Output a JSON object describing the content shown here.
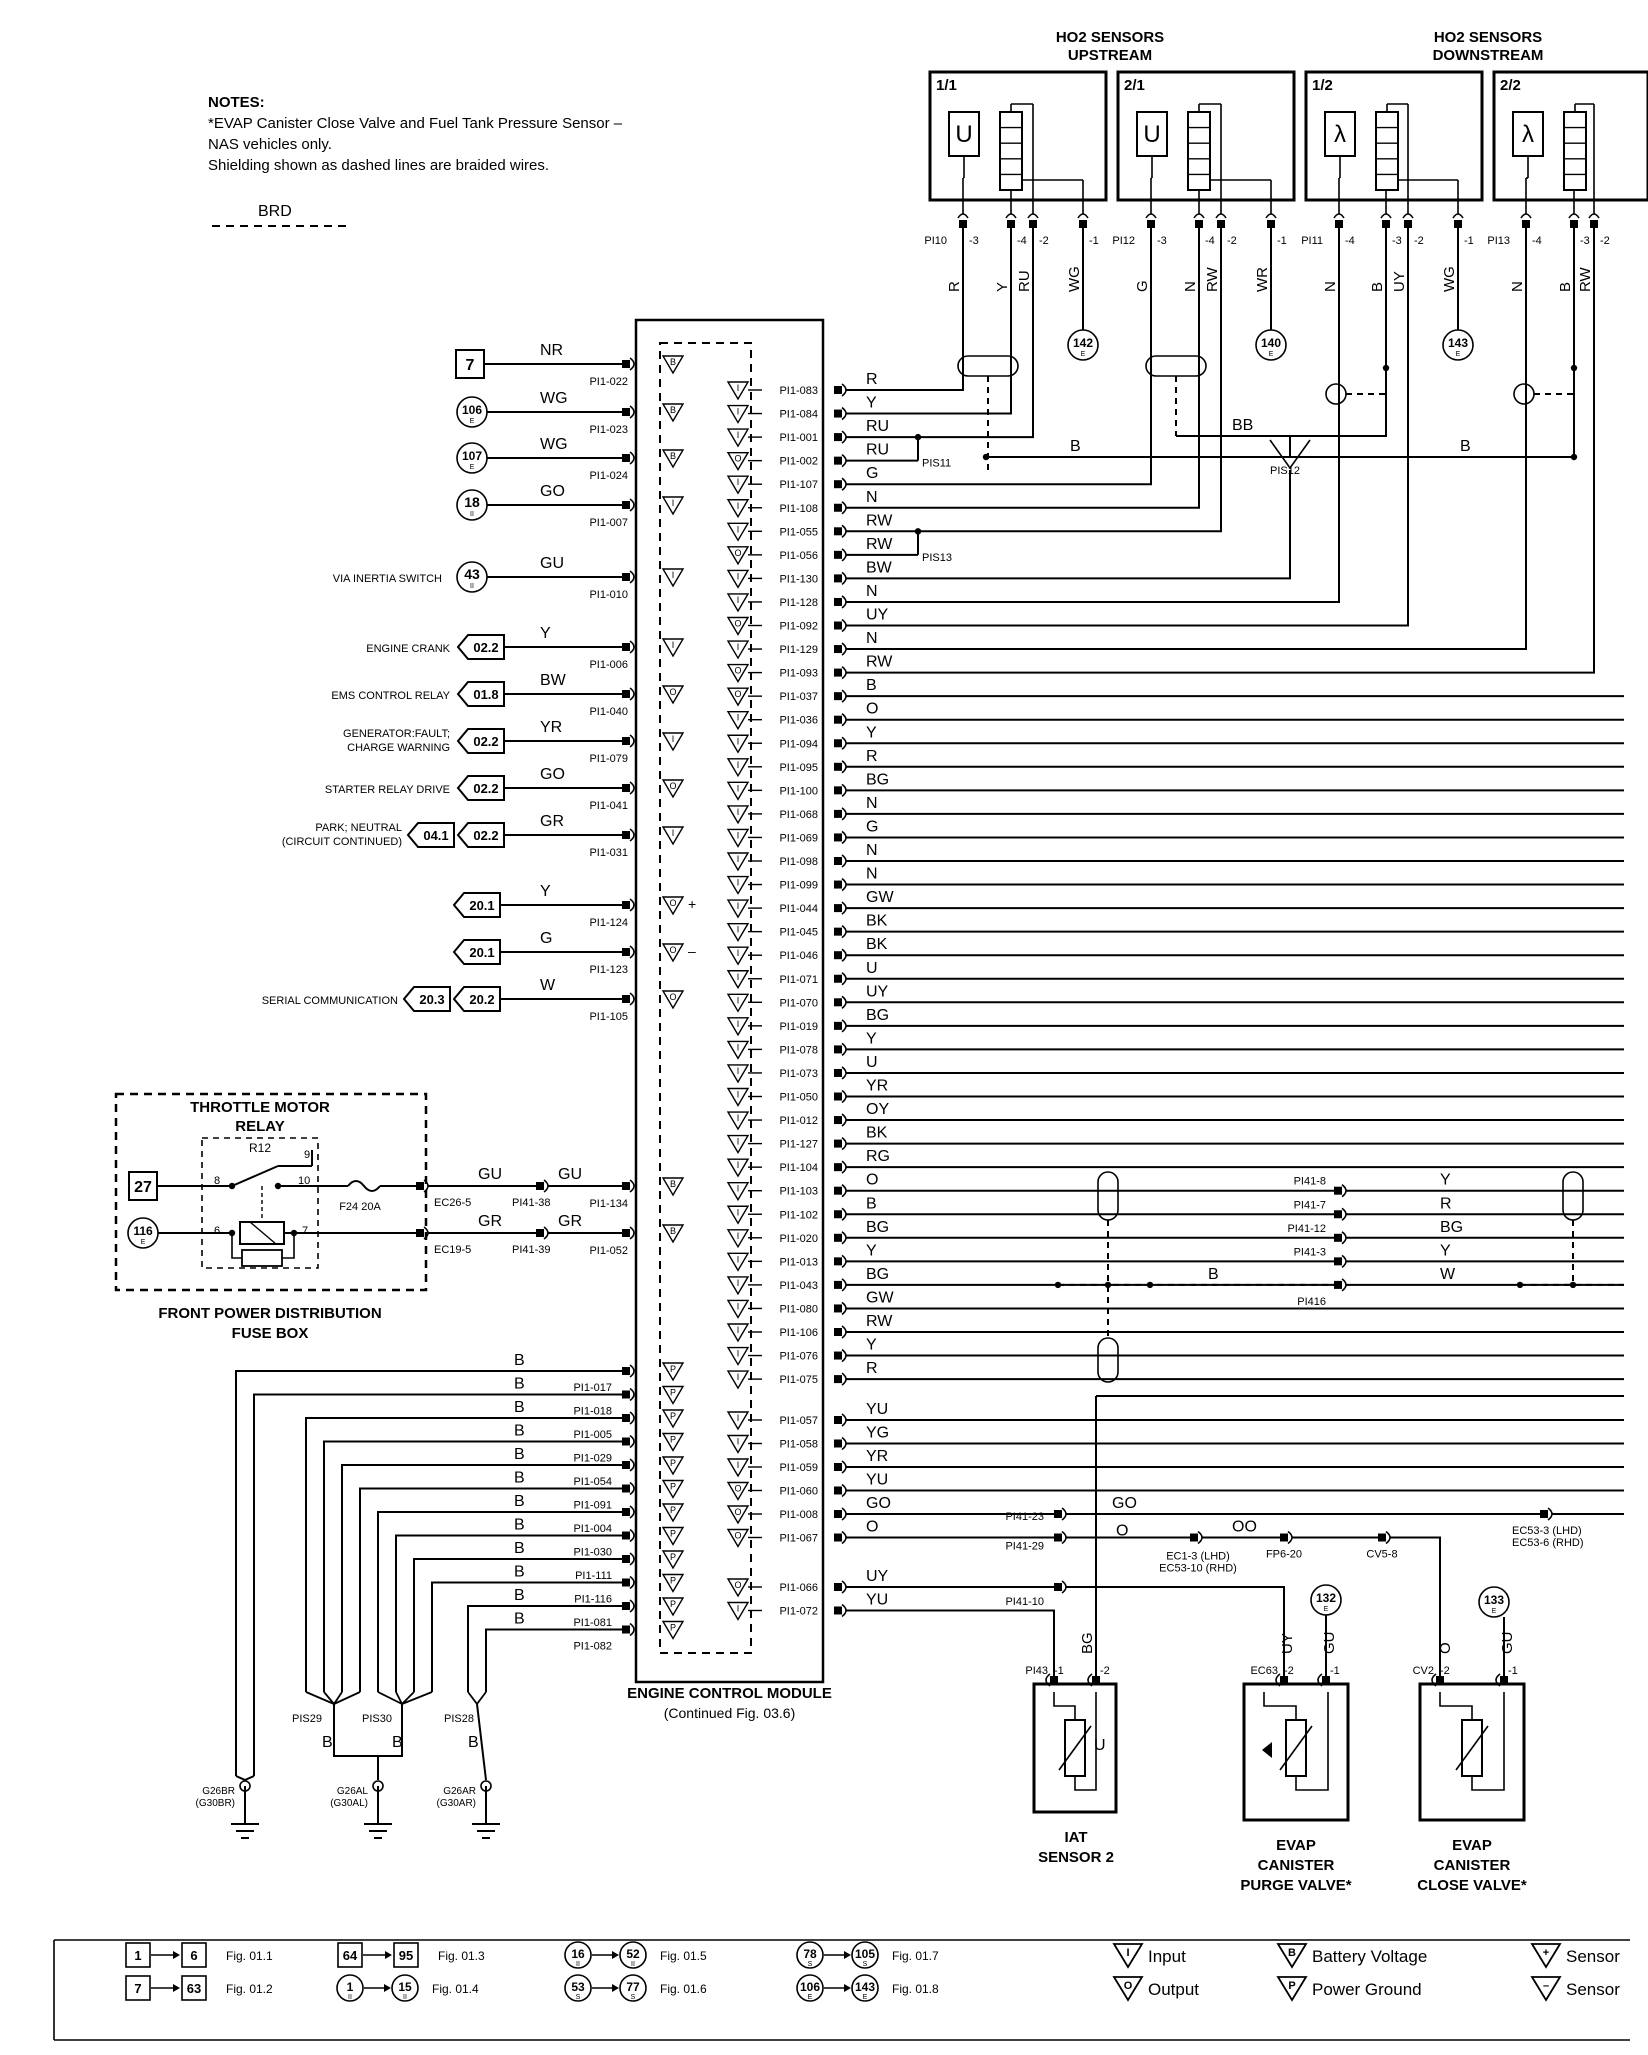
{
  "notes": {
    "title": "NOTES:",
    "lines": [
      "*EVAP Canister Close Valve and Fuel Tank Pressure Sensor –",
      "NAS vehicles only.",
      "Shielding shown as dashed lines are braided wires."
    ],
    "brd_label": "BRD"
  },
  "ho2": {
    "upstream_title": [
      "HO2 SENSORS",
      "UPSTREAM"
    ],
    "downstream_title": [
      "HO2 SENSORS",
      "DOWNSTREAM"
    ],
    "sensors": [
      {
        "id": "1/1",
        "sym": "U",
        "conn": "PI10",
        "pins": [
          "-3",
          "-4",
          "-2",
          "-1"
        ],
        "wires": [
          "R",
          "Y",
          "RU",
          "WG"
        ],
        "ref": "142"
      },
      {
        "id": "2/1",
        "sym": "U",
        "conn": "PI12",
        "pins": [
          "-3",
          "-4",
          "-2",
          "-1"
        ],
        "wires": [
          "G",
          "N",
          "RW",
          "WR"
        ],
        "ref": "140"
      },
      {
        "id": "1/2",
        "sym": "λ",
        "conn": "PI11",
        "pins": [
          "-4",
          "-3",
          "-2",
          "-1"
        ],
        "wires": [
          "N",
          "B",
          "UY",
          "WG"
        ],
        "ref": "143"
      },
      {
        "id": "2/2",
        "sym": "λ",
        "conn": "PI13",
        "pins": [
          "-4",
          "-3",
          "-2"
        ],
        "wires": [
          "N",
          "B",
          "RW"
        ],
        "ref": ""
      }
    ]
  },
  "left_inputs": [
    {
      "label": "",
      "ref": "7",
      "ref_kind": "box",
      "ref2": "",
      "wire": "NR",
      "pin": "PI1-022",
      "sym": "B"
    },
    {
      "label": "",
      "ref": "106",
      "ref_sub": "E",
      "ref_kind": "circle",
      "ref2": "",
      "wire": "WG",
      "pin": "PI1-023",
      "sym": "B"
    },
    {
      "label": "",
      "ref": "107",
      "ref_sub": "E",
      "ref_kind": "circle",
      "ref2": "",
      "wire": "WG",
      "pin": "PI1-024",
      "sym": "B"
    },
    {
      "label": "",
      "ref": "18",
      "ref_sub": "II",
      "ref_kind": "circle",
      "ref2": "",
      "wire": "GO",
      "pin": "PI1-007",
      "sym": "I"
    },
    {
      "label": "VIA INERTIA SWITCH",
      "ref": "43",
      "ref_sub": "II",
      "ref_kind": "circle",
      "ref2": "",
      "wire": "GU",
      "pin": "PI1-010",
      "sym": "I"
    },
    {
      "label": "ENGINE CRANK",
      "ref": "02.2",
      "ref_kind": "flag",
      "ref2": "",
      "wire": "Y",
      "pin": "PI1-006",
      "sym": "I"
    },
    {
      "label": "EMS CONTROL RELAY",
      "ref": "01.8",
      "ref_kind": "flag",
      "ref2": "",
      "wire": "BW",
      "pin": "PI1-040",
      "sym": "O"
    },
    {
      "label": "GENERATOR:FAULT;",
      "label2": "CHARGE WARNING",
      "ref": "02.2",
      "ref_kind": "flag",
      "ref2": "",
      "wire": "YR",
      "pin": "PI1-079",
      "sym": "I"
    },
    {
      "label": "STARTER RELAY DRIVE",
      "ref": "02.2",
      "ref_kind": "flag",
      "ref2": "",
      "wire": "GO",
      "pin": "PI1-041",
      "sym": "O"
    },
    {
      "label": "PARK; NEUTRAL",
      "label2": "(CIRCUIT CONTINUED)",
      "ref": "02.2",
      "ref_kind": "flag",
      "ref2": "04.1",
      "wire": "GR",
      "pin": "PI1-031",
      "sym": "I"
    },
    {
      "label": "",
      "ref": "20.1",
      "ref_kind": "flag",
      "ref2": "",
      "wire": "Y",
      "pin": "PI1-124",
      "sym": "O",
      "pol": "+"
    },
    {
      "label": "",
      "ref": "20.1",
      "ref_kind": "flag",
      "ref2": "",
      "wire": "G",
      "pin": "PI1-123",
      "sym": "O",
      "pol": "–"
    },
    {
      "label": "SERIAL COMMUNICATION",
      "ref": "20.2",
      "ref_kind": "flag",
      "ref2": "20.3",
      "wire": "W",
      "pin": "PI1-105",
      "sym": "O"
    }
  ],
  "right_pins": [
    {
      "pin": "PI1-083",
      "wire": "R",
      "sym": "I"
    },
    {
      "pin": "PI1-084",
      "wire": "Y",
      "sym": "I"
    },
    {
      "pin": "PI1-001",
      "wire": "RU",
      "sym": "I"
    },
    {
      "pin": "PI1-002",
      "wire": "RU",
      "sym": "O"
    },
    {
      "pin": "PI1-107",
      "wire": "G",
      "sym": "I"
    },
    {
      "pin": "PI1-108",
      "wire": "N",
      "sym": "I"
    },
    {
      "pin": "PI1-055",
      "wire": "RW",
      "sym": "I"
    },
    {
      "pin": "PI1-056",
      "wire": "RW",
      "sym": "O"
    },
    {
      "pin": "PI1-130",
      "wire": "BW",
      "sym": "I"
    },
    {
      "pin": "PI1-128",
      "wire": "N",
      "sym": "I"
    },
    {
      "pin": "PI1-092",
      "wire": "UY",
      "sym": "O"
    },
    {
      "pin": "PI1-129",
      "wire": "N",
      "sym": "I"
    },
    {
      "pin": "PI1-093",
      "wire": "RW",
      "sym": "O"
    },
    {
      "pin": "PI1-037",
      "wire": "B",
      "sym": "O"
    },
    {
      "pin": "PI1-036",
      "wire": "O",
      "sym": "I"
    },
    {
      "pin": "PI1-094",
      "wire": "Y",
      "sym": "I"
    },
    {
      "pin": "PI1-095",
      "wire": "R",
      "sym": "I"
    },
    {
      "pin": "PI1-100",
      "wire": "BG",
      "sym": "I"
    },
    {
      "pin": "PI1-068",
      "wire": "N",
      "sym": "I"
    },
    {
      "pin": "PI1-069",
      "wire": "G",
      "sym": "I"
    },
    {
      "pin": "PI1-098",
      "wire": "N",
      "sym": "I"
    },
    {
      "pin": "PI1-099",
      "wire": "N",
      "sym": "I"
    },
    {
      "pin": "PI1-044",
      "wire": "GW",
      "sym": "I"
    },
    {
      "pin": "PI1-045",
      "wire": "BK",
      "sym": "I"
    },
    {
      "pin": "PI1-046",
      "wire": "BK",
      "sym": "I"
    },
    {
      "pin": "PI1-071",
      "wire": "U",
      "sym": "I"
    },
    {
      "pin": "PI1-070",
      "wire": "UY",
      "sym": "I"
    },
    {
      "pin": "PI1-019",
      "wire": "BG",
      "sym": "I"
    },
    {
      "pin": "PI1-078",
      "wire": "Y",
      "sym": "I"
    },
    {
      "pin": "PI1-073",
      "wire": "U",
      "sym": "I"
    },
    {
      "pin": "PI1-050",
      "wire": "YR",
      "sym": "I"
    },
    {
      "pin": "PI1-012",
      "wire": "OY",
      "sym": "I"
    },
    {
      "pin": "PI1-127",
      "wire": "BK",
      "sym": "I"
    },
    {
      "pin": "PI1-104",
      "wire": "RG",
      "sym": "I"
    },
    {
      "pin": "PI1-103",
      "wire": "O",
      "sym": "I"
    },
    {
      "pin": "PI1-102",
      "wire": "B",
      "sym": "I"
    },
    {
      "pin": "PI1-020",
      "wire": "BG",
      "sym": "I"
    },
    {
      "pin": "PI1-013",
      "wire": "Y",
      "sym": "I"
    },
    {
      "pin": "PI1-043",
      "wire": "BG",
      "sym": "I"
    },
    {
      "pin": "PI1-080",
      "wire": "GW",
      "sym": "I"
    },
    {
      "pin": "PI1-106",
      "wire": "RW",
      "sym": "I"
    },
    {
      "pin": "PI1-076",
      "wire": "Y",
      "sym": "I"
    },
    {
      "pin": "PI1-075",
      "wire": "R",
      "sym": "I"
    }
  ],
  "right_pins_lower": [
    {
      "pin": "PI1-057",
      "wire": "YU",
      "sym": "I"
    },
    {
      "pin": "PI1-058",
      "wire": "YG",
      "sym": "I"
    },
    {
      "pin": "PI1-059",
      "wire": "YR",
      "sym": "I"
    },
    {
      "pin": "PI1-060",
      "wire": "YU",
      "sym": "O"
    },
    {
      "pin": "PI1-008",
      "wire": "GO",
      "sym": "O"
    },
    {
      "pin": "PI1-067",
      "wire": "O",
      "sym": "O"
    },
    {
      "pin": "PI1-066",
      "wire": "UY",
      "sym": "O"
    },
    {
      "pin": "PI1-072",
      "wire": "YU",
      "sym": "I"
    }
  ],
  "ground_pins": [
    {
      "pin": "PI1-017",
      "wire": "B"
    },
    {
      "pin": "PI1-018",
      "wire": "B"
    },
    {
      "pin": "PI1-005",
      "wire": "B"
    },
    {
      "pin": "PI1-029",
      "wire": "B"
    },
    {
      "pin": "PI1-054",
      "wire": "B"
    },
    {
      "pin": "PI1-091",
      "wire": "B"
    },
    {
      "pin": "PI1-004",
      "wire": "B"
    },
    {
      "pin": "PI1-030",
      "wire": "B"
    },
    {
      "pin": "PI1-111",
      "wire": "B"
    },
    {
      "pin": "PI1-116",
      "wire": "B"
    },
    {
      "pin": "PI1-081",
      "wire": "B"
    },
    {
      "pin": "PI1-082",
      "wire": "B"
    }
  ],
  "splices": {
    "pis11": "PIS11",
    "pis13": "PIS13",
    "pis12": "PIS12",
    "bb": "BB",
    "b": "B",
    "pis29": "PIS29",
    "pis30": "PIS30",
    "pis28": "PIS28",
    "pi416": "PI416"
  },
  "grounds": [
    {
      "top": "G26BR",
      "bot": "(G30BR)"
    },
    {
      "top": "G26AL",
      "bot": "(G30AL)"
    },
    {
      "top": "G26AR",
      "bot": "(G30AR)"
    }
  ],
  "relay": {
    "title": [
      "THROTTLE MOTOR",
      "RELAY"
    ],
    "rname": "R12",
    "pins": [
      "9",
      "8",
      "10",
      "6",
      "7"
    ],
    "fuse": "F24 20A",
    "ref_top": "27",
    "ref_bot": "116",
    "ref_bot_sub": "E",
    "box_caption": [
      "FRONT POWER DISTRIBUTION",
      "FUSE BOX"
    ],
    "row1": {
      "c1": "EC26-5",
      "w1": "GU",
      "c2": "PI41-38",
      "w2": "GU",
      "pin": "PI1-134"
    },
    "row2": {
      "c1": "EC19-5",
      "w1": "GR",
      "c2": "PI41-39",
      "w2": "GR",
      "pin": "PI1-052"
    }
  },
  "pi41": [
    {
      "conn": "PI41-8",
      "wire": "Y"
    },
    {
      "conn": "PI41-7",
      "wire": "R"
    },
    {
      "conn": "PI41-12",
      "wire": "BG"
    },
    {
      "conn": "PI41-3",
      "wire": "Y"
    },
    {
      "conn": "",
      "wire": "W"
    }
  ],
  "lower": {
    "pi41_23": "PI41-23",
    "pi41_29": "PI41-29",
    "pi41_10": "PI41-10",
    "ec1_3": "EC1-3 (LHD)",
    "ec53_10": "EC53-10 (RHD)",
    "fp6": "FP6-20",
    "cv5": "CV5-8",
    "ec53_3": "EC53-3 (LHD)",
    "ec53_6": "EC53-6 (RHD)",
    "oo": "OO",
    "go": "GO",
    "o": "O",
    "iat_conn": "PI43",
    "iat_pins": [
      "-1",
      "-2"
    ],
    "iat_wire": "BG",
    "iat_name": [
      "IAT",
      "SENSOR 2"
    ],
    "iat_sym": "U",
    "purge_conn": "EC63",
    "purge_pins": [
      "-2",
      "-1"
    ],
    "purge_wires": [
      "UY",
      "GU"
    ],
    "purge_name": [
      "EVAP",
      "CANISTER",
      "PURGE VALVE*"
    ],
    "purge_ref": "132",
    "purge_ref_sub": "E",
    "close_conn": "CV2",
    "close_pins": [
      "-2",
      "-1"
    ],
    "close_wires": [
      "O",
      "GU"
    ],
    "close_name": [
      "EVAP",
      "CANISTER",
      "CLOSE VALVE*"
    ],
    "close_ref": "133",
    "close_ref_sub": "E"
  },
  "ecm": {
    "name": "ENGINE CONTROL MODULE",
    "sub": "(Continued Fig. 03.6)"
  },
  "legend": {
    "refs": [
      {
        "from": "1",
        "to": "6",
        "fig": "Fig. 01.1",
        "kind": "box"
      },
      {
        "from": "7",
        "to": "63",
        "fig": "Fig. 01.2",
        "kind": "box"
      },
      {
        "from": "64",
        "to": "95",
        "fig": "Fig. 01.3",
        "kind": "box"
      },
      {
        "from": "1",
        "to": "15",
        "fig": "Fig. 01.4",
        "kind": "circle",
        "sub": "II"
      },
      {
        "from": "16",
        "to": "52",
        "fig": "Fig. 01.5",
        "kind": "circle",
        "sub": "II"
      },
      {
        "from": "53",
        "to": "77",
        "fig": "Fig. 01.6",
        "kind": "circle",
        "sub": "S"
      },
      {
        "from": "78",
        "to": "105",
        "fig": "Fig. 01.7",
        "kind": "circle",
        "sub": "S"
      },
      {
        "from": "106",
        "to": "143",
        "fig": "Fig. 01.8",
        "kind": "circle",
        "sub": "E"
      }
    ],
    "symbols": [
      {
        "sym": "I",
        "label": "Input"
      },
      {
        "sym": "O",
        "label": "Output"
      },
      {
        "sym": "B",
        "label": "Battery Voltage"
      },
      {
        "sym": "P",
        "label": "Power Ground"
      },
      {
        "sym": "+",
        "label": "Sensor"
      },
      {
        "sym": "–",
        "label": "Sensor"
      }
    ]
  }
}
